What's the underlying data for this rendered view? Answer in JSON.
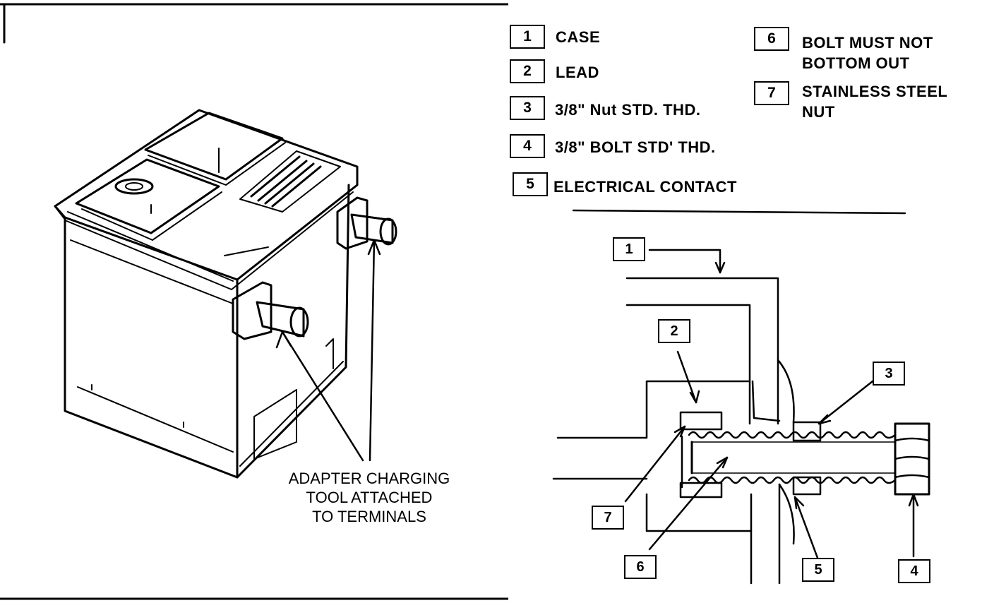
{
  "legend": [
    {
      "num": "1",
      "text": "CASE"
    },
    {
      "num": "2",
      "text": "LEAD"
    },
    {
      "num": "3",
      "text": "3/8\" Nut STD. THD."
    },
    {
      "num": "4",
      "text": "3/8\" BOLT STD' THD."
    },
    {
      "num": "5",
      "text": "ELECTRICAL CONTACT"
    },
    {
      "num": "6",
      "text_line1": "BOLT MUST NOT",
      "text_line2": "BOTTOM OUT"
    },
    {
      "num": "7",
      "text_line1": "STAINLESS STEEL",
      "text_line2": "NUT"
    }
  ],
  "battery_caption": {
    "line1": "ADAPTER CHARGING",
    "line2": "TOOL ATTACHED",
    "line3": "TO TERMINALS"
  },
  "callouts": [
    "1",
    "2",
    "3",
    "4",
    "5",
    "6",
    "7"
  ]
}
